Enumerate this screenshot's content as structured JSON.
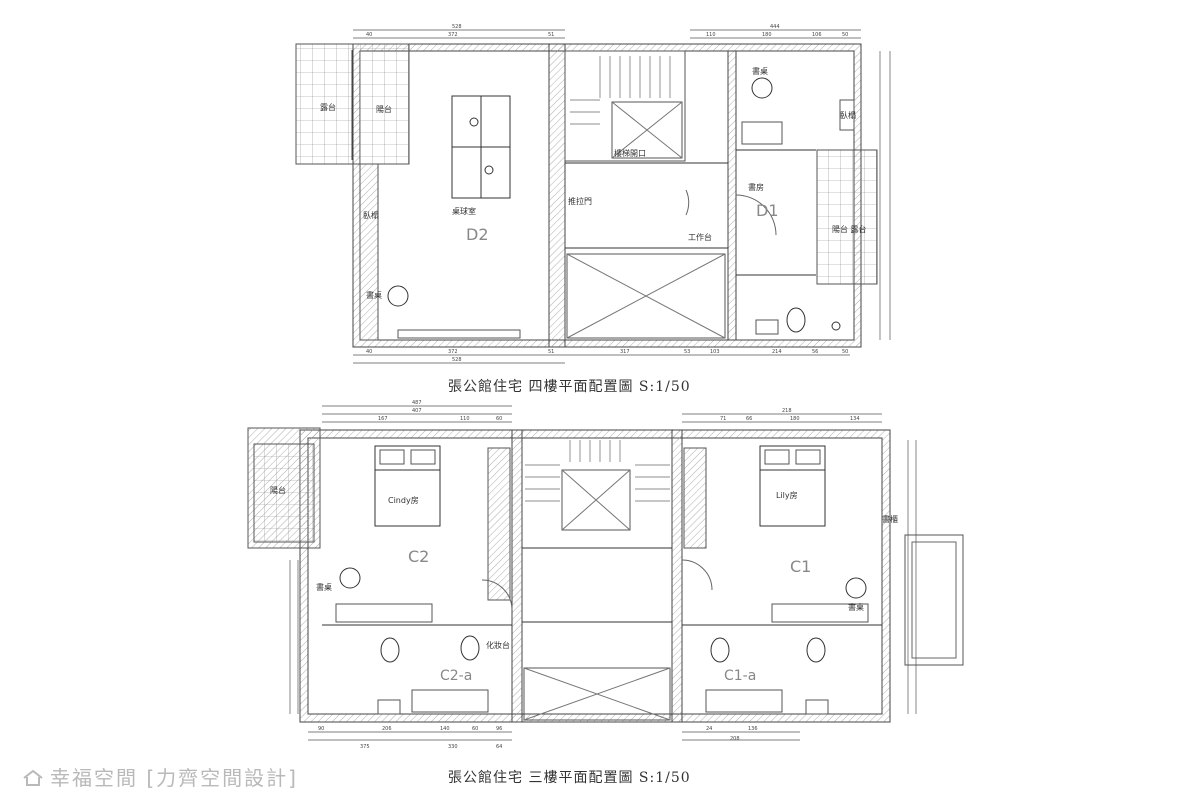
{
  "floor4": {
    "caption": "張公館住宅 四樓平面配置圖 S:1/50",
    "rooms": [
      {
        "label": "D2",
        "big": true
      },
      {
        "label": "D1",
        "big": true
      },
      {
        "label": "桌球室"
      },
      {
        "label": "臥榻"
      },
      {
        "label": "書桌"
      },
      {
        "label": "露台"
      },
      {
        "label": "陽台"
      },
      {
        "label": "臥榻"
      },
      {
        "label": "書桌"
      },
      {
        "label": "書房"
      },
      {
        "label": "陽台 露台"
      },
      {
        "label": "樓梯開口"
      },
      {
        "label": "推拉門"
      },
      {
        "label": "工作台"
      }
    ],
    "dims_top": [
      "40",
      "372",
      "51",
      "110",
      "180",
      "106",
      "50"
    ],
    "dims_overall": [
      "528",
      "444"
    ],
    "dims_bottom": [
      "40",
      "372",
      "51",
      "317",
      "53",
      "103",
      "214",
      "56",
      "50"
    ],
    "dims_bottom_overall": [
      "528"
    ]
  },
  "floor3": {
    "caption": "張公館住宅 三樓平面配置圖 S:1/50",
    "rooms": [
      {
        "label": "C2",
        "big": true
      },
      {
        "label": "C1",
        "big": true
      },
      {
        "label": "C2-a",
        "big": true
      },
      {
        "label": "C1-a",
        "big": true
      },
      {
        "label": "Cindy房"
      },
      {
        "label": "Lily房"
      },
      {
        "label": "陽台"
      },
      {
        "label": "書桌"
      },
      {
        "label": "書桌"
      },
      {
        "label": "書櫃"
      },
      {
        "label": "化妝台"
      }
    ],
    "dims_top": [
      "167",
      "110",
      "60",
      "71",
      "66",
      "180",
      "134"
    ],
    "dims_overall": [
      "487",
      "407",
      "218"
    ],
    "dims_bottom": [
      "90",
      "206",
      "140",
      "60",
      "96",
      "24",
      "136"
    ],
    "dims_bottom_overall": [
      "375",
      "330",
      "64",
      "208"
    ]
  },
  "watermark": "幸福空間 [力齊空間設計]"
}
